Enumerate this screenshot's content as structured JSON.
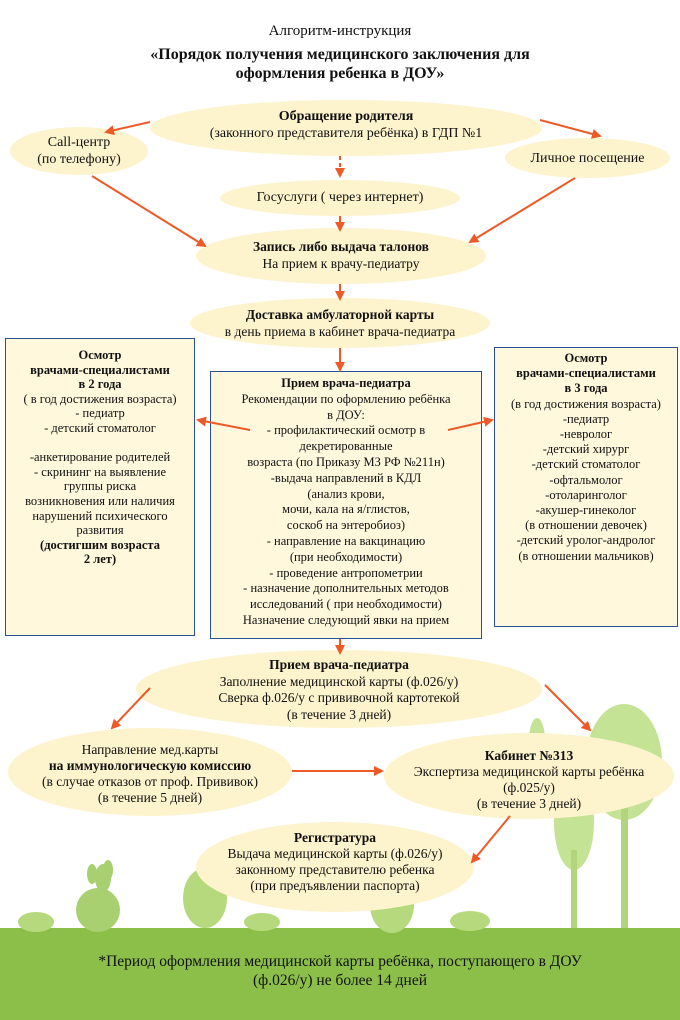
{
  "header": {
    "subtitle": "Алгоритм-инструкция",
    "title_line1": "«Порядок получения медицинского заключения для",
    "title_line2": "оформления ребенка в ДОУ»"
  },
  "parent_appeal": {
    "title": "Обращение родителя",
    "text": "(законного представителя ребёнка) в ГДП №1"
  },
  "call_center": {
    "line1": "Call-центр",
    "line2": "(по телефону)"
  },
  "personal_visit": {
    "text": "Личное посещение"
  },
  "gosuslugi": {
    "text": "Госуслуги ( через интернет)"
  },
  "appointment": {
    "title": "Запись либо выдача талонов",
    "text": "На прием к врачу-педиатру"
  },
  "card_delivery": {
    "title": "Доставка амбулаторной карты",
    "text": "в день приема в кабинет врача-педиатра"
  },
  "exam_2y": {
    "lines": [
      {
        "t": "Осмотр",
        "b": true
      },
      {
        "t": "врачами-специалистами",
        "b": true
      },
      {
        "t": "в 2 года",
        "b": true
      },
      {
        "t": "( в год достижения возраста)",
        "b": false
      },
      {
        "t": "- педиатр",
        "b": false
      },
      {
        "t": "- детский стоматолог",
        "b": false
      },
      {
        "t": "",
        "b": false
      },
      {
        "t": "-анкетирование родителей",
        "b": false
      },
      {
        "t": "- скрининг на выявление",
        "b": false
      },
      {
        "t": "группы риска",
        "b": false
      },
      {
        "t": "возникновения или наличия",
        "b": false
      },
      {
        "t": "нарушений психического",
        "b": false
      },
      {
        "t": "развития",
        "b": false
      },
      {
        "t": "(достигшим возраста",
        "b": true
      },
      {
        "t": "2 лет)",
        "b": true
      }
    ]
  },
  "pediatrician_visit": {
    "lines": [
      {
        "t": "Прием врача-педиатра",
        "b": true
      },
      {
        "t": "Рекомендации по оформлению ребёнка",
        "b": false
      },
      {
        "t": "в ДОУ:",
        "b": false
      },
      {
        "t": "- профилактический осмотр в",
        "b": false
      },
      {
        "t": "декретированные",
        "b": false
      },
      {
        "t": "возраста (по Приказу МЗ РФ №211н)",
        "b": false
      },
      {
        "t": "-выдача направлений в КДЛ",
        "b": false
      },
      {
        "t": "(анализ крови,",
        "b": false
      },
      {
        "t": "мочи, кала на я/глистов,",
        "b": false
      },
      {
        "t": "соскоб на энтеробиоз)",
        "b": false
      },
      {
        "t": "- направление на вакцинацию",
        "b": false
      },
      {
        "t": "(при необходимости)",
        "b": false
      },
      {
        "t": "- проведение антропометрии",
        "b": false
      },
      {
        "t": "- назначение дополнительных методов",
        "b": false
      },
      {
        "t": "исследований ( при необходимости)",
        "b": false
      },
      {
        "t": "Назначение следующий явки на прием",
        "b": false
      }
    ]
  },
  "exam_3y": {
    "lines": [
      {
        "t": "Осмотр",
        "b": true
      },
      {
        "t": "врачами-специалистами",
        "b": true
      },
      {
        "t": "в 3 года",
        "b": true
      },
      {
        "t": "(в год достижения возраста)",
        "b": false
      },
      {
        "t": "-педиатр",
        "b": false
      },
      {
        "t": "-невролог",
        "b": false
      },
      {
        "t": "-детский хирург",
        "b": false
      },
      {
        "t": "-детский стоматолог",
        "b": false
      },
      {
        "t": "-офтальмолог",
        "b": false
      },
      {
        "t": "-отоларинголог",
        "b": false
      },
      {
        "t": "-акушер-гинеколог",
        "b": false
      },
      {
        "t": "(в отношении девочек)",
        "b": false
      },
      {
        "t": "-детский уролог-андролог",
        "b": false
      },
      {
        "t": "(в отношении мальчиков)",
        "b": false
      }
    ]
  },
  "pediatrician_visit2": {
    "title": "Прием врача-педиатра",
    "line1": "Заполнение медицинской карты (ф.026/у)",
    "line2": "Сверка ф.026/у с прививочной картотекой",
    "line3": "(в течение 3 дней)"
  },
  "immuno_commission": {
    "line1": "Направление мед.карты",
    "line2": "на иммунологическую комиссию",
    "line3": "(в случае отказов от проф. Прививок)",
    "line4": "(в течение 5 дней)"
  },
  "cabinet_313": {
    "title": "Кабинет №313",
    "line1": "Экспертиза медицинской карты ребёнка",
    "line2": "(ф.025/у)",
    "line3": "(в течение 3 дней)"
  },
  "registry": {
    "title": "Регистратура",
    "line1": "Выдача медицинской карты (ф.026/у)",
    "line2": "законному представителю ребенка",
    "line3": "(при предъявлении  паспорта)"
  },
  "footer": {
    "line1": "*Период оформления медицинской карты ребёнка, поступающего в ДОУ",
    "line2": "(ф.026/у) не более 14 дней"
  },
  "colors": {
    "oval": "#fdf3cc",
    "arrow": "#ee5a26",
    "box_border": "#2b4f8f",
    "ground": "#8cbf4a",
    "tree": "#bfe08a"
  }
}
